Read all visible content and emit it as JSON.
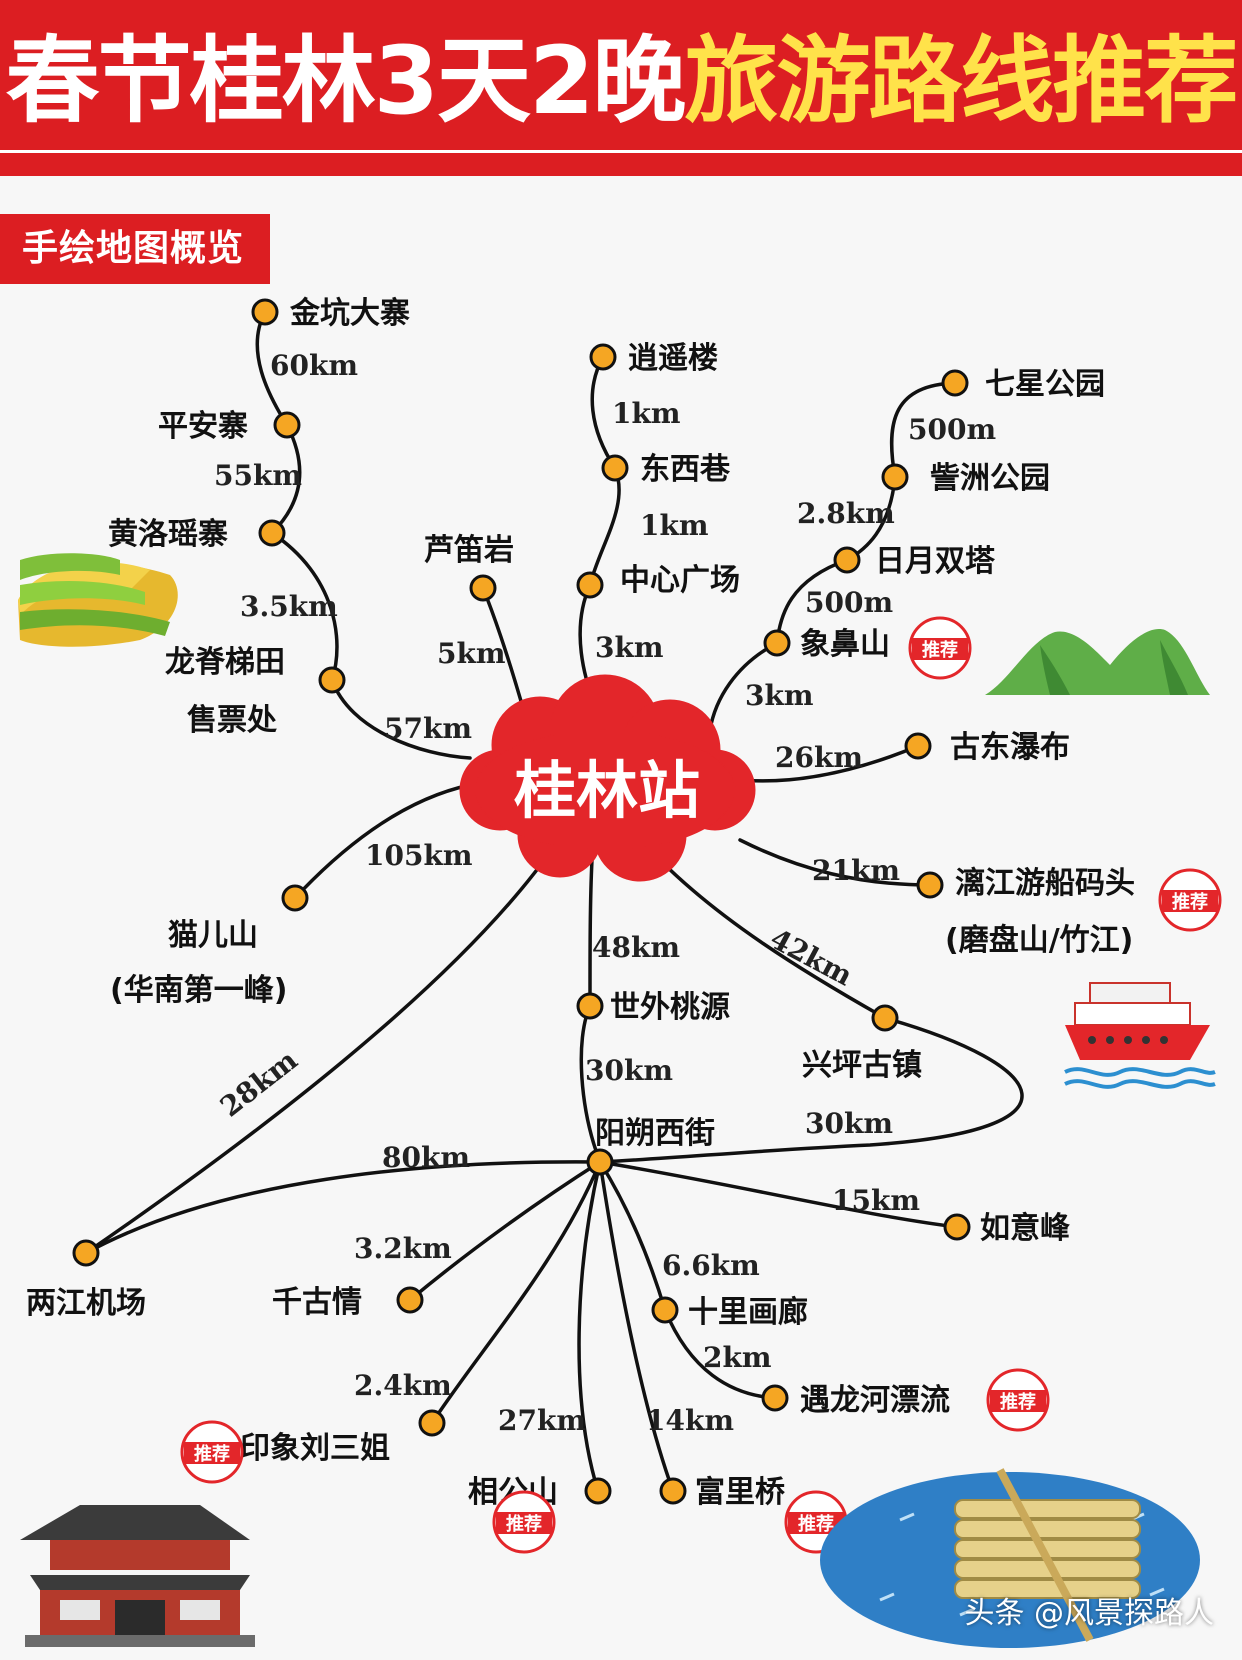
{
  "title": {
    "part1": "春节桂林3天2晚",
    "part2": "旅游路线推荐"
  },
  "section_tag": "手绘地图概览",
  "hub": {
    "label": "桂林站"
  },
  "places": {
    "jinkeng": "金坑大寨",
    "pingan": "平安寨",
    "huangluo": "黄洛瑶寨",
    "longji_1": "龙脊梯田",
    "longji_2": "售票处",
    "ludiyan": "芦笛岩",
    "xiaoyao": "逍遥楼",
    "dongxi": "东西巷",
    "zhongxin": "中心广场",
    "qixing": "七星公园",
    "zizhou": "訾洲公园",
    "riyue": "日月双塔",
    "xiangbi": "象鼻山",
    "gudong": "古东瀑布",
    "lijiang_1": "漓江游船码头",
    "lijiang_2": "(磨盘山/竹江)",
    "maoer_1": "猫儿山",
    "maoer_2": "(华南第一峰)",
    "shiwai": "世外桃源",
    "xingping": "兴坪古镇",
    "yangshuo": "阳朔西街",
    "airport": "两江机场",
    "qianguqing": "千古情",
    "ruyi": "如意峰",
    "shili": "十里画廊",
    "yulong": "遇龙河漂流",
    "yinxiang": "印象刘三姐",
    "xianggong": "相公山",
    "fuli": "富里桥"
  },
  "distances": {
    "jinkeng_pingan": "60km",
    "pingan_huangluo": "55km",
    "huangluo_longji": "3.5km",
    "longji_hub": "57km",
    "ludiyan_hub": "5km",
    "xiaoyao_dongxi": "1km",
    "dongxi_zhongxin": "1km",
    "zhongxin_hub": "3km",
    "qixing_zizhou": "500m",
    "zizhou_riyue": "2.8km",
    "riyue_xiangbi": "500m",
    "xiangbi_hub": "3km",
    "gudong_hub": "26km",
    "lijiang_hub": "21km",
    "maoer_hub": "105km",
    "shiwai_hub": "48km",
    "xingping_hub": "42km",
    "shiwai_yangshuo": "30km",
    "xingping_yangshuo": "30km",
    "airport_hub": "28km",
    "airport_yangshuo": "80km",
    "qianguqing": "3.2km",
    "ruyi": "15km",
    "shili": "6.6km",
    "shili_yulong": "2km",
    "yinxiang": "2.4km",
    "xianggong": "27km",
    "fuli": "14km"
  },
  "badges": {
    "recommend": "推荐"
  },
  "watermark": "头条 @风景探路人",
  "colors": {
    "header_red": "#dc1e22",
    "title_yellow": "#ffe24a",
    "node_orange": "#f5a623",
    "hub_red": "#e3262a",
    "line": "#111111"
  },
  "icons": [
    "rice-terrace-icon",
    "mountains-icon",
    "cruise-ship-icon",
    "temple-icon",
    "bamboo-raft-icon"
  ]
}
